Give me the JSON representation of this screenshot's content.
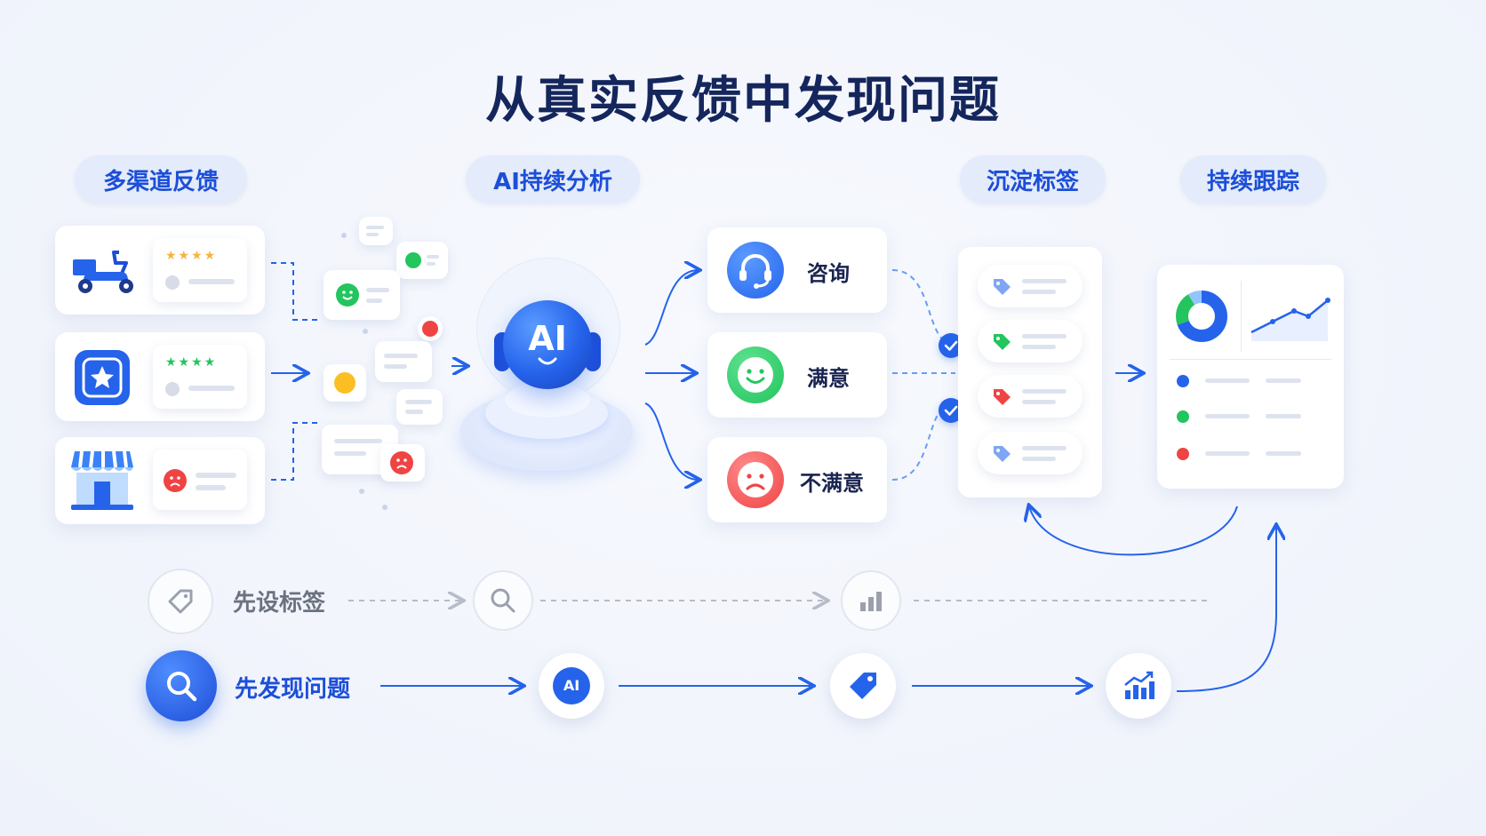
{
  "title": "从真实反馈中发现问题",
  "stages": {
    "channels": "多渠道反馈",
    "ai_analysis": "AI持续分析",
    "tags": "沉淀标签",
    "tracking": "持续跟踪"
  },
  "ai_badge": "AI",
  "sentiments": {
    "consult": "咨询",
    "satisfied": "满意",
    "unsatisfied": "不满意"
  },
  "flow_old": {
    "label": "先设标签"
  },
  "flow_new": {
    "label": "先发现问题",
    "ai_badge": "AI"
  },
  "colors": {
    "primary": "#2563eb",
    "green": "#22c55e",
    "red": "#ef4444",
    "yellow": "#fbbf24",
    "title": "#14265c"
  }
}
